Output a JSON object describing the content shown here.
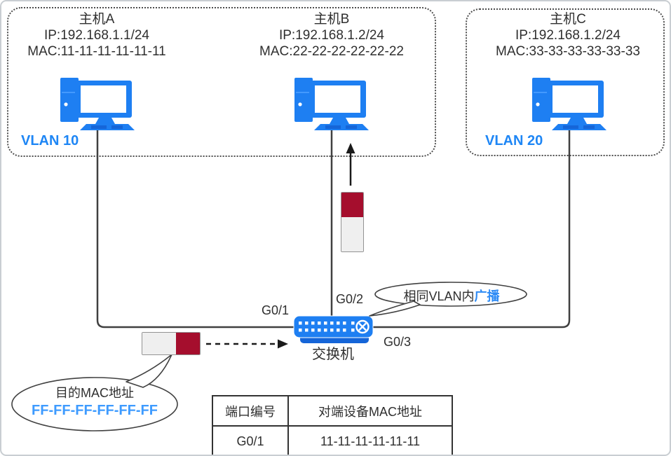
{
  "diagram_title": "VLAN broadcast diagram",
  "colors": {
    "device_blue": "#1e7ff2",
    "device_blue_dark": "#1565d8",
    "vlan_text_blue": "#1e86f5",
    "highlight_blue": "#3e9bff",
    "packet_red": "#a50e2d",
    "packet_gray": "#efefef",
    "line_dark": "#404040"
  },
  "hosts": [
    {
      "name": "主机A",
      "ip": "IP:192.168.1.1/24",
      "mac": "MAC:11-11-11-11-11-11"
    },
    {
      "name": "主机B",
      "ip": "IP:192.168.1.2/24",
      "mac": "MAC:22-22-22-22-22-22"
    },
    {
      "name": "主机C",
      "ip": "IP:192.168.1.2/24",
      "mac": "MAC:33-33-33-33-33-33"
    }
  ],
  "vlans": {
    "vlan10": "VLAN 10",
    "vlan20": "VLAN 20"
  },
  "switch": {
    "label": "交换机",
    "port1": "G0/1",
    "port2": "G0/2",
    "port3": "G0/3"
  },
  "bubbles": {
    "left": {
      "line1": "目的MAC地址",
      "line2": "FF-FF-FF-FF-FF-FF"
    },
    "right": {
      "text_black": "相同VLAN内",
      "text_blue": "广播"
    }
  },
  "mac_table": {
    "headers": [
      "端口编号",
      "对端设备MAC地址"
    ],
    "rows": [
      [
        "G0/1",
        "11-11-11-11-11-11"
      ]
    ]
  }
}
